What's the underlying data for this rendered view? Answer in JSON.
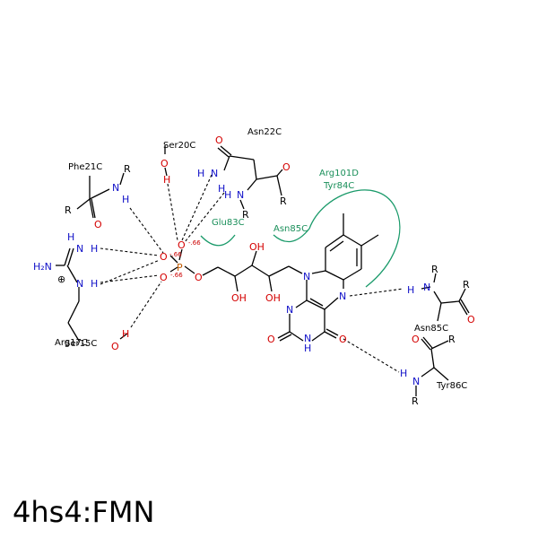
{
  "title": "4hs4:FMN",
  "residues": {
    "phe21c": "Phe21C",
    "ser20c": "Ser20C",
    "asn22c": "Asn22C",
    "arg101d": "Arg101D",
    "tyr84c": "Tyr84C",
    "glu83c": "Glu83C",
    "asn85c_hydro": "Asn85C",
    "arg17c": "Arg17C",
    "ser15c": "Ser15C",
    "asn85c": "Asn85C",
    "tyr86c": "Tyr86C"
  },
  "atoms": {
    "R": "R",
    "N": "N",
    "H": "H",
    "O": "O",
    "P": "P",
    "OH": "OH",
    "NH2": "H₂N",
    "plus": "⊕"
  },
  "charges": {
    "c1": "-.66",
    "c2": "-.66",
    "c3": "-.66"
  },
  "colors": {
    "hydrophobic": "#1a8f5a",
    "oxygen": "#d40000",
    "nitrogen": "#1010c8",
    "phosphorus": "#c05a00"
  }
}
